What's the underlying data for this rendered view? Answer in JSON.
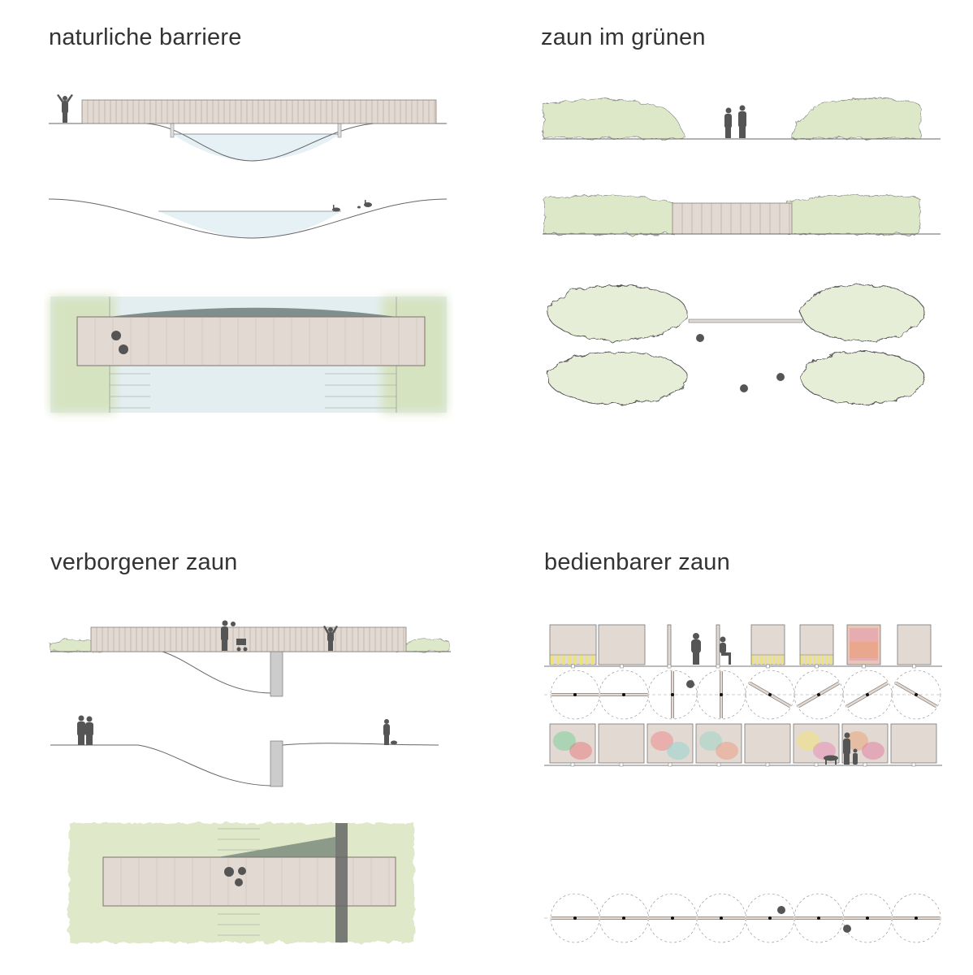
{
  "panels": [
    {
      "title": "naturliche barriere"
    },
    {
      "title": "zaun im grünen"
    },
    {
      "title": "verborgener zaun"
    },
    {
      "title": "bedienbarer zaun"
    }
  ],
  "colors": {
    "wood": "#e2d9d2",
    "wood_line": "#8a7f78",
    "water": "#e6f1f5",
    "green": "#d9e6c3",
    "silhouette": "#555555",
    "yellow": "#f0e46a",
    "ground": "#777777"
  }
}
